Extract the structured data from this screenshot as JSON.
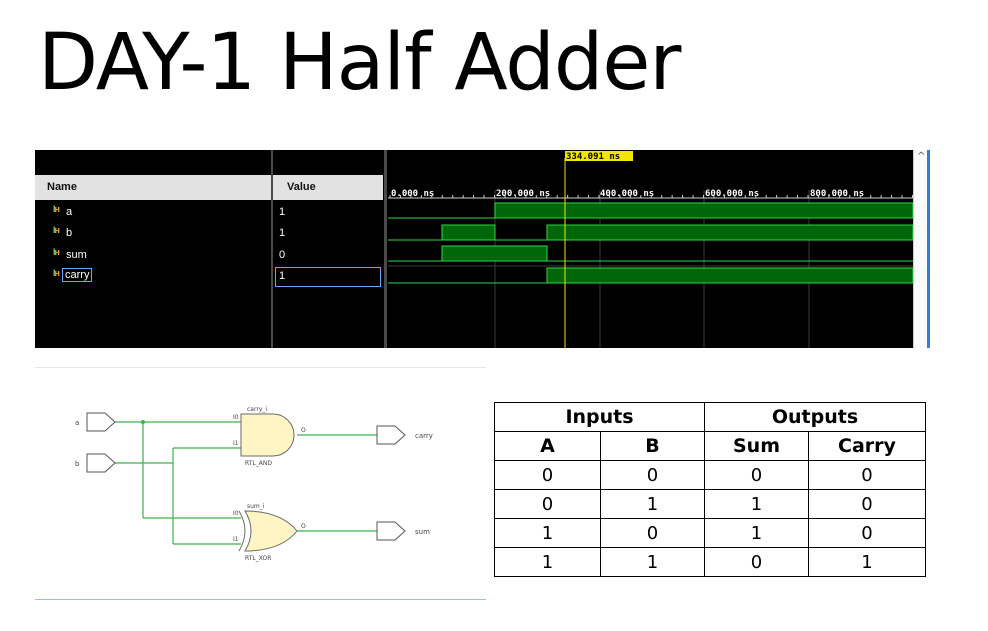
{
  "slide": {
    "title": "DAY-1 Half Adder"
  },
  "waveform": {
    "cursor_label": "334.091 ns",
    "headers": {
      "name": "Name",
      "value": "Value"
    },
    "time_ticks": [
      "0.000 ns",
      "200.000 ns",
      "400.000 ns",
      "600.000 ns",
      "800.000 ns"
    ],
    "signals": [
      {
        "name": "a",
        "value": "1",
        "selected": false
      },
      {
        "name": "b",
        "value": "1",
        "selected": false
      },
      {
        "name": "sum",
        "value": "0",
        "selected": false
      },
      {
        "name": "carry",
        "value": "1",
        "selected": true
      }
    ],
    "colors": {
      "wave_fill": "#00660a",
      "wave_line": "#2fd64a",
      "cursor": "#f2e500",
      "background": "#000000"
    }
  },
  "schematic": {
    "inputs": [
      "a",
      "b"
    ],
    "outputs": [
      "carry",
      "sum"
    ],
    "and_gate": {
      "instance": "carry_i",
      "type": "RTL_AND",
      "pins": [
        "I0",
        "I1",
        "O"
      ]
    },
    "xor_gate": {
      "instance": "sum_i",
      "type": "RTL_XOR",
      "pins": [
        "I0",
        "I1",
        "O"
      ]
    },
    "colors": {
      "wire": "#38b24a",
      "gate_fill": "#fff4c4",
      "gate_stroke": "#6a6a6a"
    }
  },
  "truth_table": {
    "group_headers": [
      "Inputs",
      "Outputs"
    ],
    "columns": [
      "A",
      "B",
      "Sum",
      "Carry"
    ],
    "rows": [
      [
        "0",
        "0",
        "0",
        "0"
      ],
      [
        "0",
        "1",
        "1",
        "0"
      ],
      [
        "1",
        "0",
        "1",
        "0"
      ],
      [
        "1",
        "1",
        "0",
        "1"
      ]
    ]
  }
}
